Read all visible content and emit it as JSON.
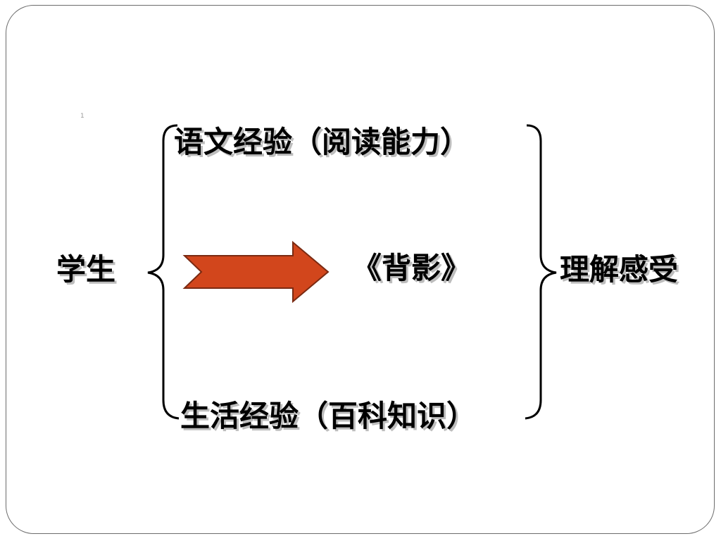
{
  "slide": {
    "number": "1"
  },
  "diagram": {
    "left_node": "学生",
    "top_branch": "语文经验（阅读能力）",
    "bottom_branch": "生活经验（百科知识）",
    "center": "《背影》",
    "right_node": "理解感受",
    "arrow_color": "#d2461c",
    "arrow_outline": "#7a2a12"
  }
}
